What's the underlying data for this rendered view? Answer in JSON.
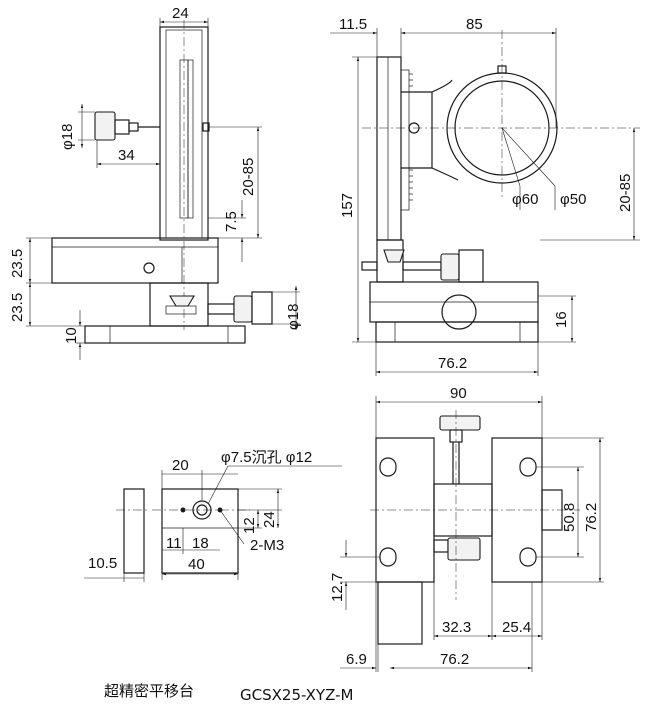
{
  "drawing": {
    "caption_name": "超精密平移台",
    "caption_model": "GCSX25-XYZ-M"
  },
  "front_view": {
    "width_top": "24",
    "knob_diameter": "φ18",
    "knob_offset": "34",
    "z_travel": "20-85",
    "gap": "7.5",
    "upper_block": "23.5",
    "lower_block": "23.5",
    "base_height": "10",
    "lower_knob_diameter": "φ18"
  },
  "side_view": {
    "plate_thickness": "11.5",
    "arm_length": "85",
    "height": "157",
    "z_travel": "20-85",
    "ring_outer": "φ60",
    "ring_inner": "φ50",
    "base_height": "16",
    "base_width": "76.2"
  },
  "bracket_views": {
    "counterbore": "φ7.5沉孔 φ12",
    "top_width": "20",
    "thread_spec": "2-M3",
    "dim_11": "11",
    "dim_18": "18",
    "dim_12": "12",
    "dim_24": "24",
    "total_width": "40",
    "thickness": "10.5"
  },
  "top_view": {
    "width": "90",
    "slot_spacing": "50.8",
    "plate_length": "76.2",
    "offset_left": "12.7",
    "dim_32_3": "32.3",
    "dim_25_4": "25.4",
    "dim_6_9": "6.9",
    "base_length": "76.2"
  }
}
